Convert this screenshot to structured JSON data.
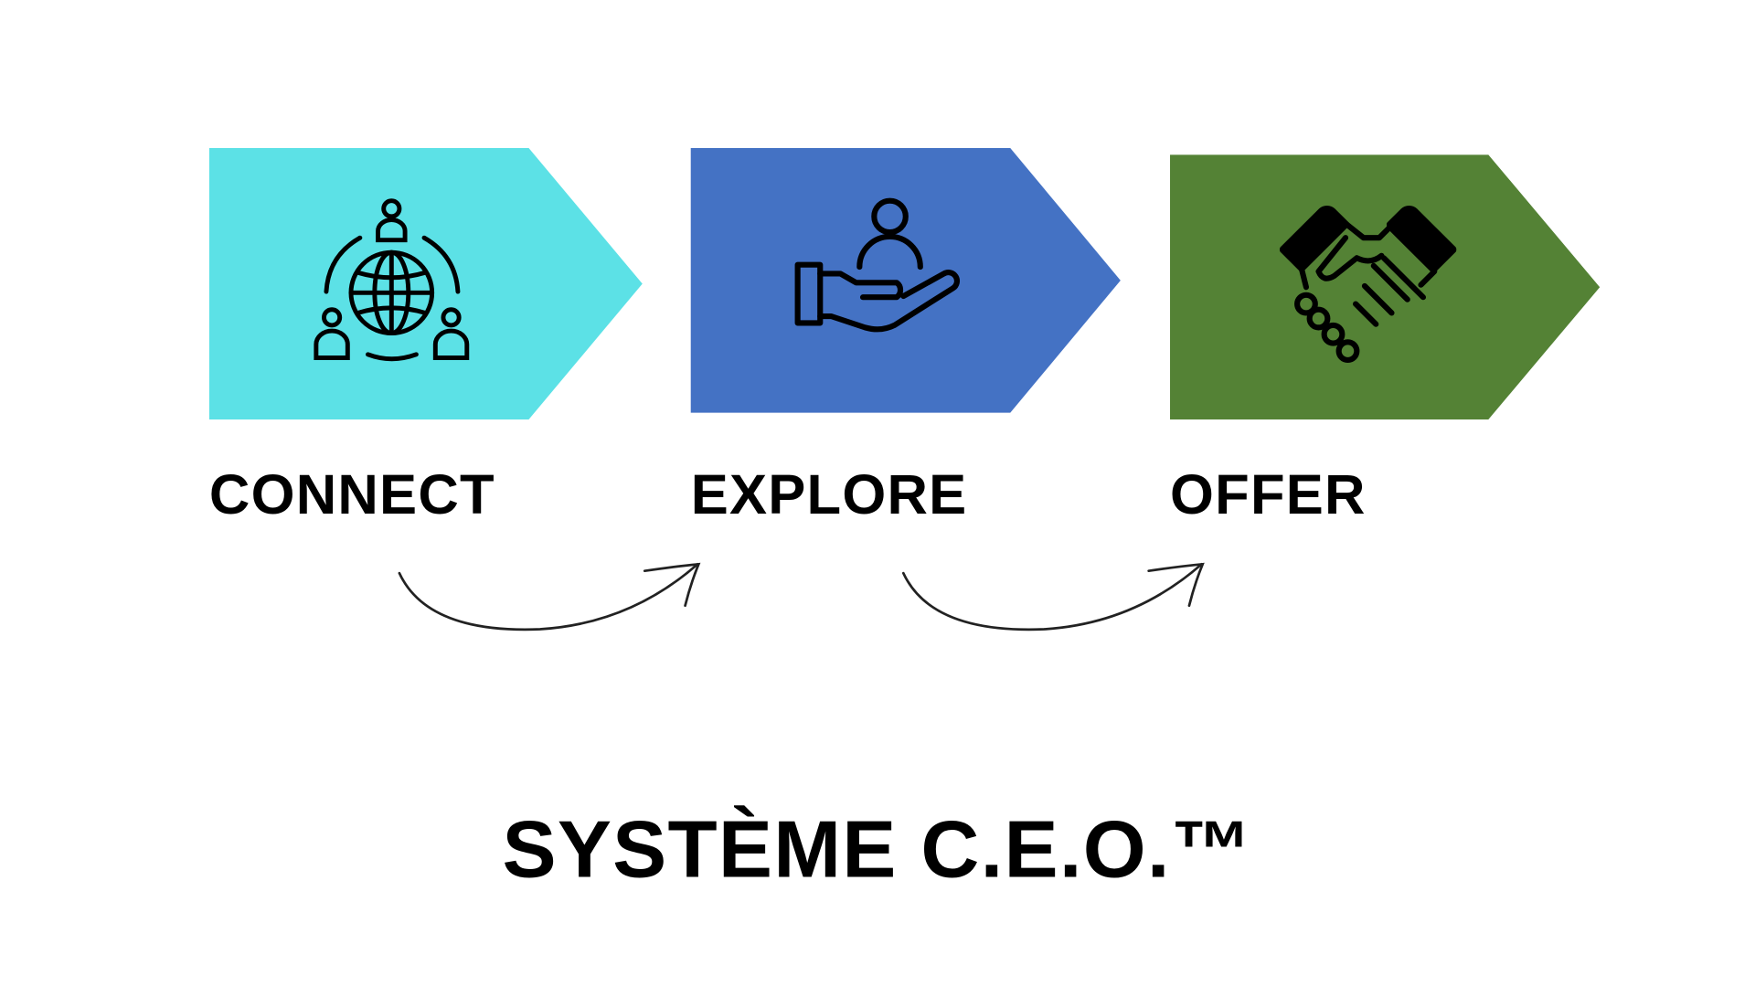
{
  "steps": [
    {
      "label": "CONNECT",
      "color": "#5CE1E6",
      "icon": "global-network-icon"
    },
    {
      "label": "EXPLORE",
      "color": "#4472C4",
      "icon": "person-in-hand-icon"
    },
    {
      "label": "OFFER",
      "color": "#548235",
      "icon": "handshake-icon"
    }
  ],
  "title": "SYSTÈME C.E.O.™"
}
